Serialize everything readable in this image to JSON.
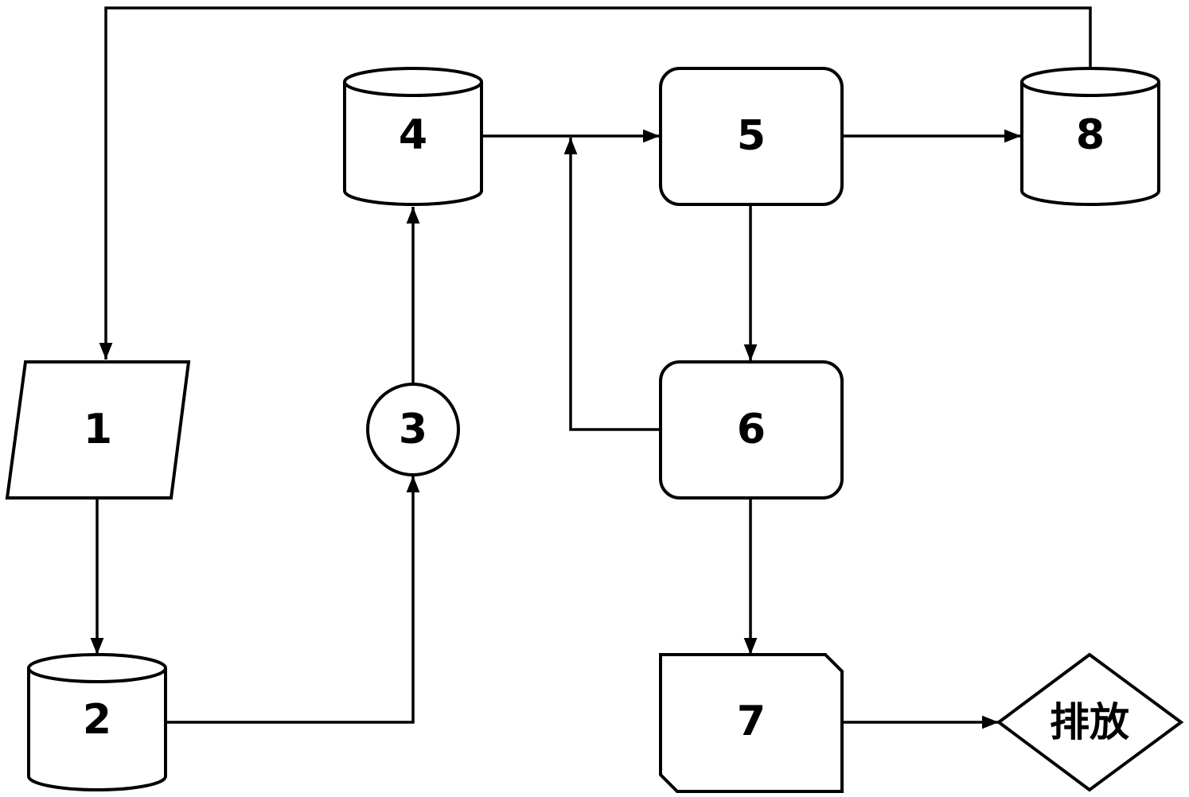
{
  "diagram": {
    "type": "flowchart",
    "nodes": [
      {
        "id": "n1",
        "label": "1",
        "shape": "parallelogram"
      },
      {
        "id": "n2",
        "label": "2",
        "shape": "cylinder"
      },
      {
        "id": "n3",
        "label": "3",
        "shape": "circle"
      },
      {
        "id": "n4",
        "label": "4",
        "shape": "cylinder"
      },
      {
        "id": "n5",
        "label": "5",
        "shape": "rounded-rectangle"
      },
      {
        "id": "n6",
        "label": "6",
        "shape": "rounded-rectangle"
      },
      {
        "id": "n7",
        "label": "7",
        "shape": "card"
      },
      {
        "id": "n8",
        "label": "8",
        "shape": "cylinder"
      },
      {
        "id": "discharge",
        "label": "排放",
        "shape": "diamond"
      }
    ],
    "edges": [
      {
        "from": "n1",
        "to": "n2"
      },
      {
        "from": "n2",
        "to": "n3"
      },
      {
        "from": "n3",
        "to": "n4"
      },
      {
        "from": "n4",
        "to": "n5"
      },
      {
        "from": "n5",
        "to": "n8"
      },
      {
        "from": "n5",
        "to": "n6"
      },
      {
        "from": "n6",
        "to": "n5"
      },
      {
        "from": "n6",
        "to": "n7"
      },
      {
        "from": "n7",
        "to": "discharge"
      },
      {
        "from": "n8",
        "to": "n1"
      }
    ],
    "colors": {
      "stroke": "#000000",
      "fill": "#ffffff"
    }
  }
}
